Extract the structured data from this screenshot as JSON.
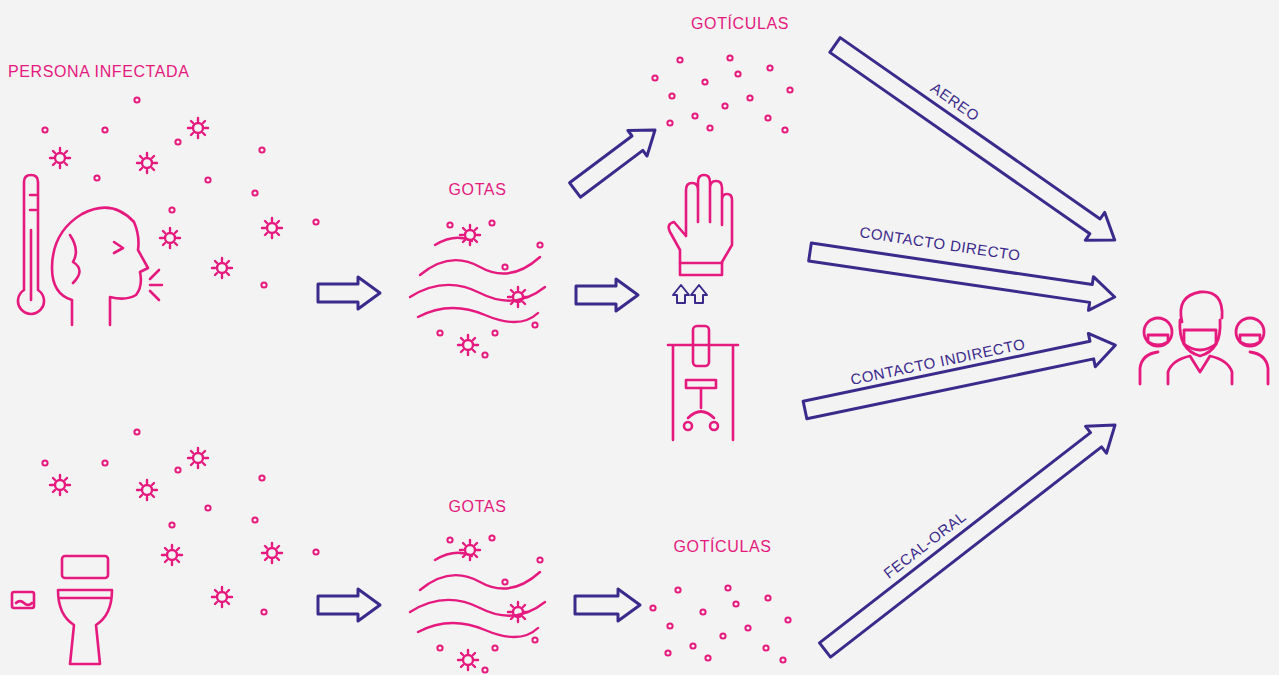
{
  "diagram": {
    "nodes": [
      {
        "text": [
          "PERSONA INFECTADA"
        ]
      },
      {
        "text": [
          "GOTAS"
        ]
      },
      {
        "text": [
          "GOTÍCULAS"
        ]
      },
      {
        "text": [
          "GOTAS"
        ]
      },
      {
        "text": [
          "GOTÍCULAS"
        ]
      }
    ],
    "edges": [
      {
        "from": 0,
        "to": 1,
        "arrow": "to"
      },
      {
        "from": 1,
        "to": 2,
        "arrow": "to"
      },
      {
        "from": 3,
        "to": 4,
        "arrow": "to"
      }
    ],
    "labels": [
      "AEREO",
      "CONTACTO DIRECTO",
      "CONTACTO INDIRECTO",
      "FECAL-ORAL"
    ]
  }
}
